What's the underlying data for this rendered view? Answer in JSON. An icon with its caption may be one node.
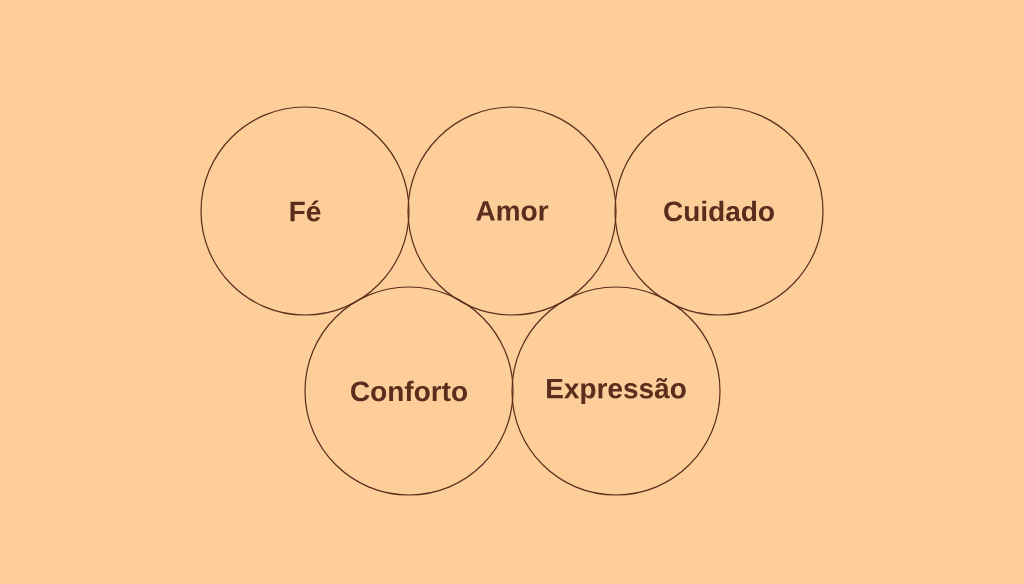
{
  "diagram": {
    "nodes": [
      {
        "text": [
          "Fé"
        ]
      },
      {
        "text": [
          "Amor"
        ]
      },
      {
        "text": [
          "Cuidado"
        ]
      },
      {
        "text": [
          "Conforto"
        ]
      },
      {
        "text": [
          "Expressão"
        ]
      }
    ],
    "edges": []
  }
}
